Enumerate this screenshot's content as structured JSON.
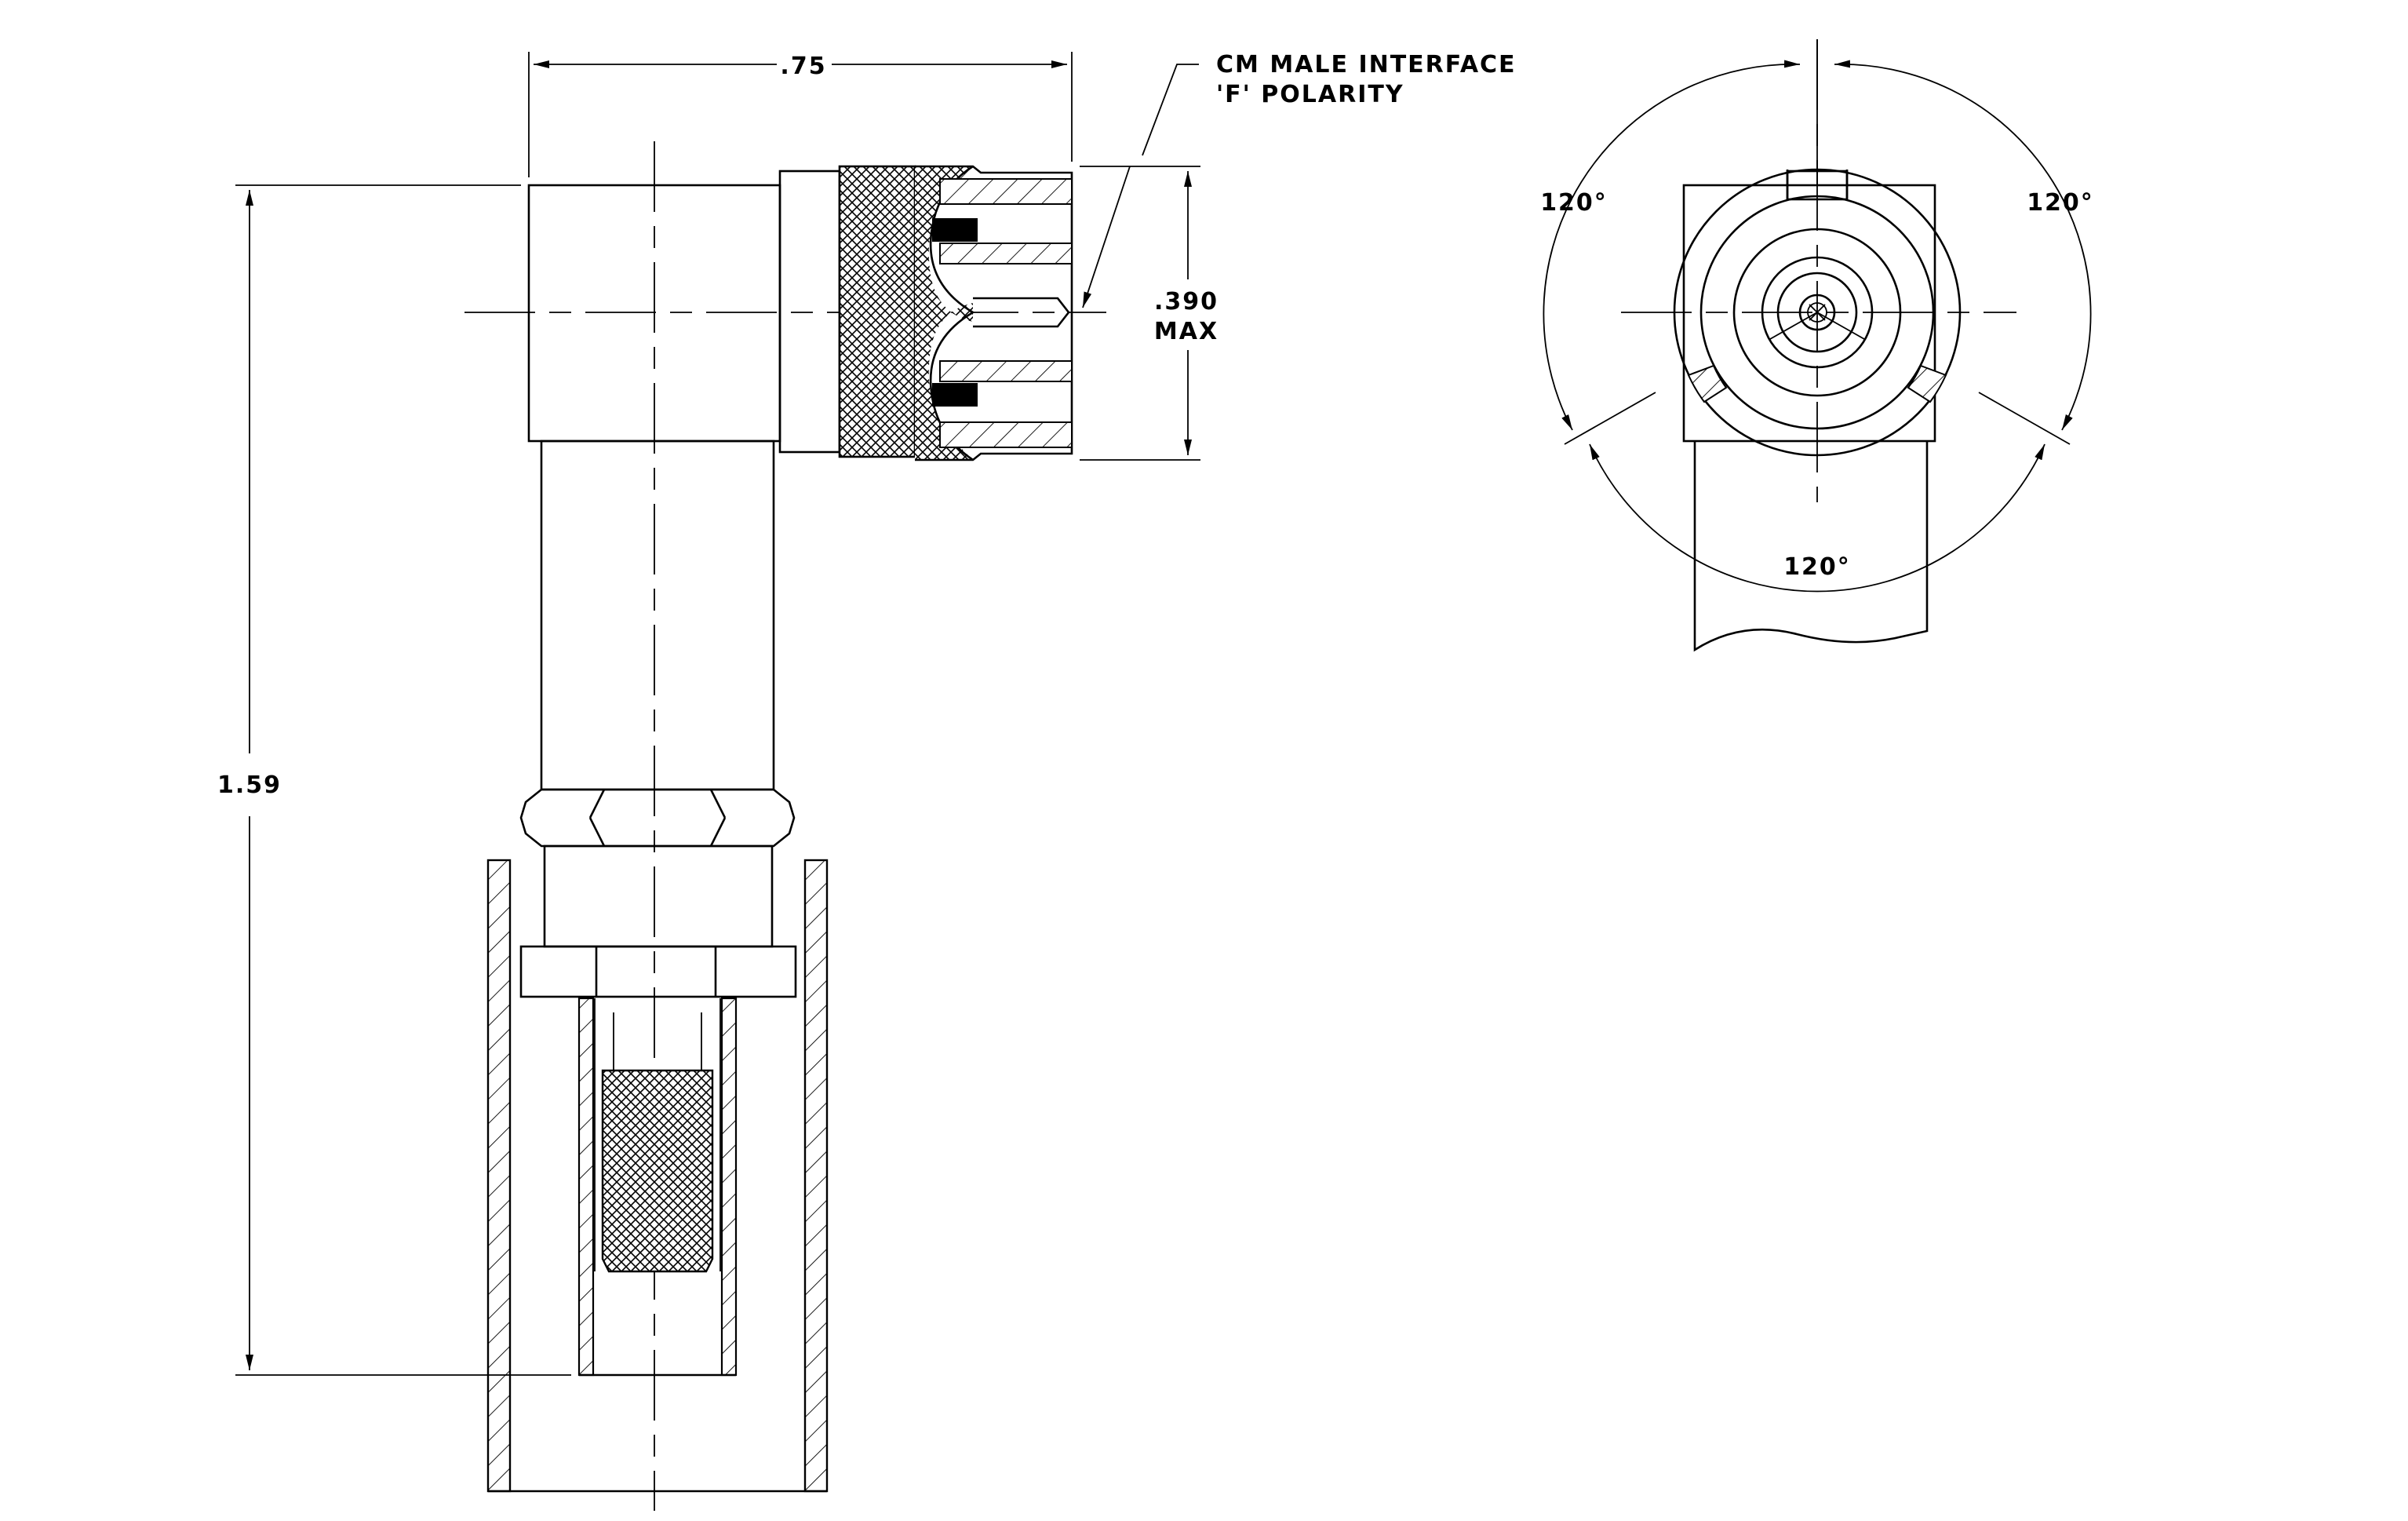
{
  "dimensions": {
    "width_label": ".75",
    "height_label": "1.59",
    "interface_max_value": ".390",
    "interface_max_suffix": "MAX"
  },
  "callout": {
    "line1": "CM MALE INTERFACE",
    "line2": "'F' POLARITY"
  },
  "angles": {
    "top_left": "120°",
    "top_right": "120°",
    "bottom": "120°"
  }
}
